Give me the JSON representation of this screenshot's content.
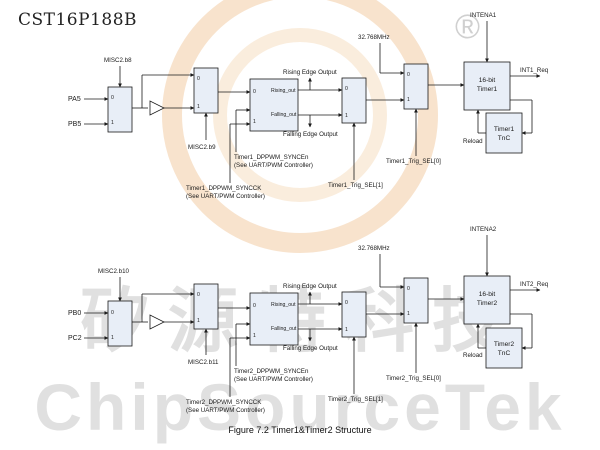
{
  "document_label": "CST16P188B",
  "watermark": {
    "chinese_text": "矽源特科技",
    "latin_text": "ChipSourceTek",
    "registered_mark": "®",
    "colors": {
      "circle": "#f2c79b",
      "text": "#c8c8c8",
      "registered": "#d0d0d0"
    }
  },
  "caption": "Figure 7.2 Timer1&Timer2 Structure",
  "pin_labels": {
    "zero": "0",
    "one": "1"
  },
  "timer1": {
    "misc_top": "MISC2.b8",
    "input_a": "PA5",
    "input_b": "PB5",
    "misc_bottom": "MISC2.b9",
    "edge_rising_port": "Rising_out",
    "edge_falling_port": "Falling_out",
    "rising_output": "Rising Edge Output",
    "falling_output": "Falling Edge Output",
    "sync_en": "Timer1_DPPWM_SYNCEn",
    "sync_en_note": "(See UART/PWM Controller)",
    "sync_ck": "Timer1_DPPWM_SYNCCK",
    "sync_ck_note": "(See UART/PWM Controller)",
    "trig_sel1": "Timer1_Trig_SEL[1]",
    "trig_sel0": "Timer1_Trig_SEL[0]",
    "clock": "32.768MHz",
    "inten": "INTENA1",
    "timer_line1": "16-bit",
    "timer_line2": "Timer1",
    "int_req": "INT1_Req",
    "reload": "Reload",
    "tnc_line1": "Timer1",
    "tnc_line2": "TnC"
  },
  "timer2": {
    "misc_top": "MISC2.b10",
    "input_a": "PB0",
    "input_b": "PC2",
    "misc_bottom": "MISC2.b11",
    "edge_rising_port": "Rising_out",
    "edge_falling_port": "Falling_out",
    "rising_output": "Rising Edge Output",
    "falling_output": "Falling Edge Output",
    "sync_en": "Timer2_DPPWM_SYNCEn",
    "sync_en_note": "(See UART/PWM Controller)",
    "sync_ck": "Timer2_DPPWM_SYNCCK",
    "sync_ck_note": "(See UART/PWM Controller)",
    "trig_sel1": "Timer2_Trig_SEL[1]",
    "trig_sel0": "Timer2_Trig_SEL[0]",
    "clock": "32.768MHz",
    "inten": "INTENA2",
    "timer_line1": "16-bit",
    "timer_line2": "Timer2",
    "int_req": "INT2_Req",
    "reload": "Reload",
    "tnc_line1": "Timer2",
    "tnc_line2": "TnC"
  },
  "colors": {
    "block_fill": "#e8eef7",
    "line": "#1a1a1a"
  }
}
